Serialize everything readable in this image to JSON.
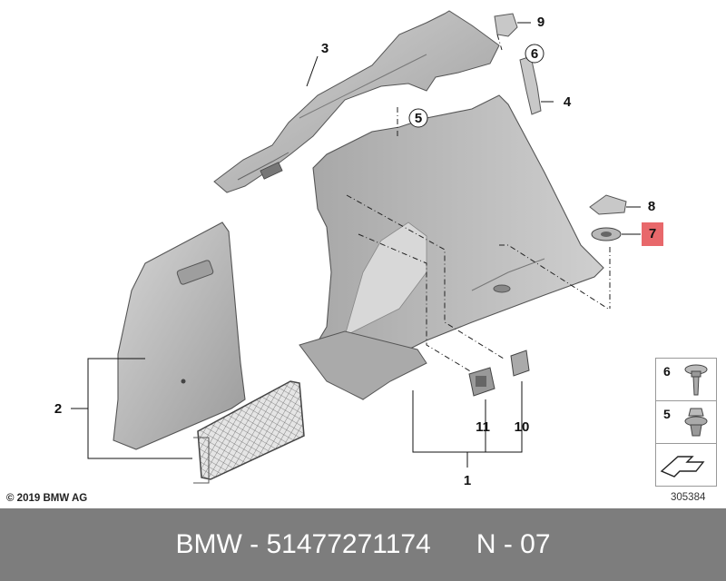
{
  "callouts": {
    "c1": "1",
    "c2": "2",
    "c3": "3",
    "c4": "4",
    "c5": "5",
    "c6": "6",
    "c7": "7",
    "c8": "8",
    "c9": "9",
    "c10": "10",
    "c11": "11"
  },
  "legend": {
    "item6": "6",
    "item5": "5"
  },
  "copyright": "© 2019 BMW AG",
  "reference_number": "305384",
  "footer": {
    "brand": "BMW",
    "part_number": "51477271174",
    "position": "N - 07"
  },
  "colors": {
    "highlight": "#e8686b",
    "footer_bg": "#7d7d7d",
    "part_fill": "#bdbdbd"
  }
}
